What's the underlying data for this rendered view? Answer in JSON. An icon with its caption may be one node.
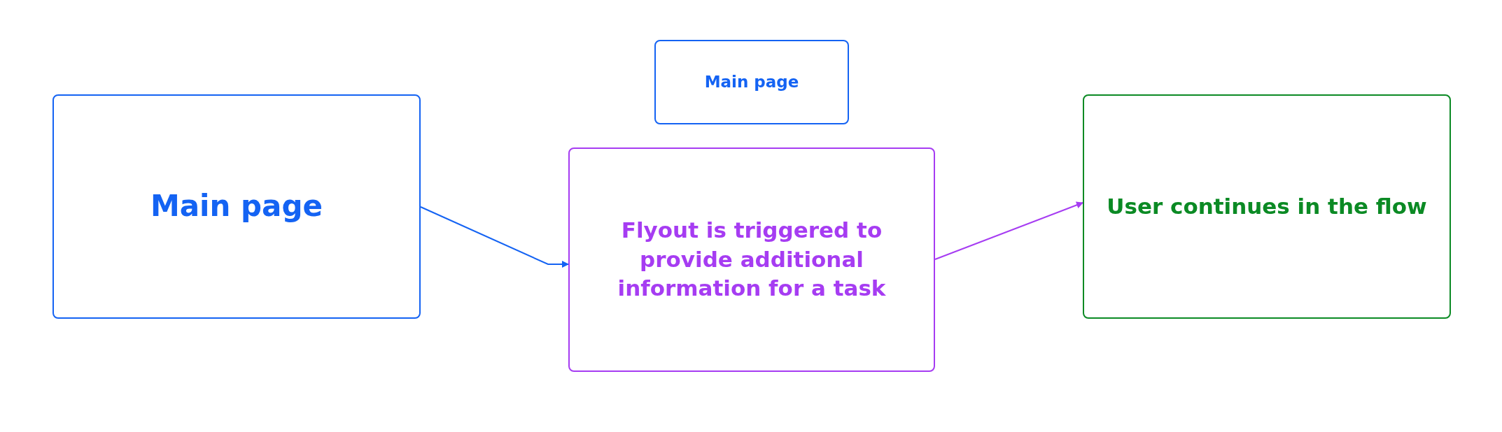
{
  "diagram": {
    "nodes": [
      {
        "text": [
          "Main page"
        ]
      },
      {
        "text": [
          "Main page"
        ]
      },
      {
        "text": [
          "Flyout is triggered to provide additional information for a task"
        ]
      },
      {
        "text": [
          "User continues in the flow"
        ]
      }
    ],
    "edges": [
      {
        "from": 0,
        "to": 2,
        "arrow": "to",
        "color": "#1463f3"
      },
      {
        "from": 2,
        "to": 3,
        "arrow": "to",
        "color": "#a63cf2"
      }
    ]
  }
}
